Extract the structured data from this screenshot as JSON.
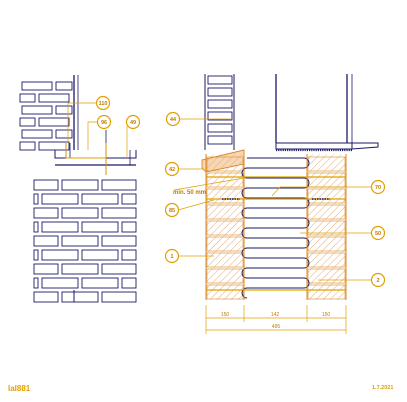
{
  "drawing": {
    "code": "lal881",
    "date": "1.7.2021",
    "colors": {
      "line": "#1a1a66",
      "accent": "#e0a000",
      "brick": "#f6d7b5",
      "brick_edge": "#d98a2a"
    }
  },
  "left_detail": {
    "callouts": [
      {
        "id": "110",
        "text": "110"
      },
      {
        "id": "96",
        "text": "96"
      },
      {
        "id": "49",
        "text": "49"
      }
    ]
  },
  "right_detail": {
    "callouts": [
      {
        "id": "44",
        "text": "44"
      },
      {
        "id": "42",
        "text": "42"
      },
      {
        "id": "85",
        "text": "85"
      },
      {
        "id": "1",
        "text": "1"
      },
      {
        "id": "70",
        "text": "70"
      },
      {
        "id": "50",
        "text": "50"
      },
      {
        "id": "2",
        "text": "2"
      }
    ],
    "note": "min. 50 mm",
    "dimensions": {
      "segments": [
        "150",
        "142",
        "150"
      ],
      "total": "495"
    }
  }
}
